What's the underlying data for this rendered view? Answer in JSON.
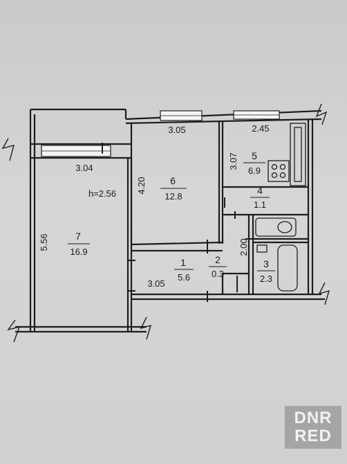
{
  "plan": {
    "height_label": "h=2.56",
    "rooms": [
      {
        "id": "1",
        "area": "5.6"
      },
      {
        "id": "2",
        "area": "0.3"
      },
      {
        "id": "3",
        "area": "2.3"
      },
      {
        "id": "4",
        "area": "1.1"
      },
      {
        "id": "5",
        "area": "6.9"
      },
      {
        "id": "6",
        "area": "12.8"
      },
      {
        "id": "7",
        "area": "16.9"
      }
    ],
    "dimensions": [
      "3.05",
      "2.45",
      "3.04",
      "3.07",
      "4.20",
      "5.56",
      "2.00",
      "3.05"
    ]
  },
  "watermark": {
    "line1": "DNR",
    "line2": "RED"
  }
}
